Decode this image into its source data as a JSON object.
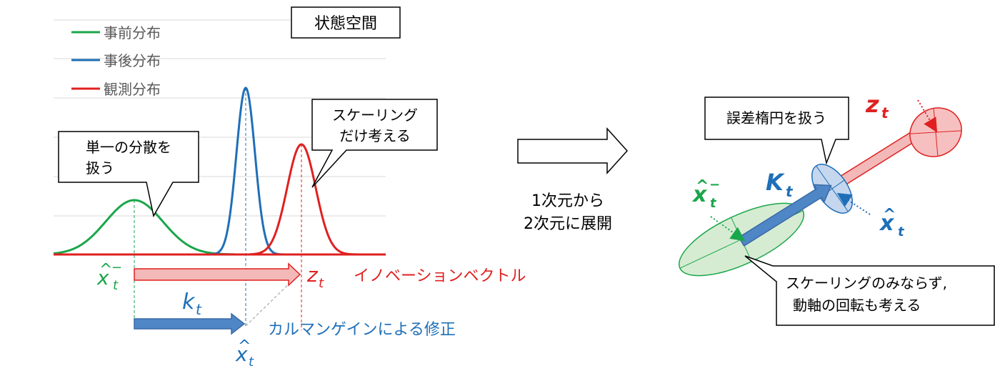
{
  "title": "状態空間",
  "legend": [
    {
      "label": "事前分布",
      "color": "#1aa64a"
    },
    {
      "label": "事後分布",
      "color": "#1f6fb8"
    },
    {
      "label": "観測分布",
      "color": "#e02020"
    }
  ],
  "colors": {
    "prior": "#1aa64a",
    "posterior": "#1f6fb8",
    "observation": "#e02020",
    "gain_arrow": "#4f86c6",
    "innovation_arrow": "#f3b8b8"
  },
  "callouts": {
    "single_variance_1": "単一の分散を",
    "single_variance_2": "扱う",
    "scaling_only_1": "スケーリング",
    "scaling_only_2": "だけ考える",
    "error_ellipse": "誤差楕円を扱う",
    "scaling_rotation_1": "スケーリングのみならず,",
    "scaling_rotation_2": "動軸の回転も考える"
  },
  "labels": {
    "innovation_vector": "イノベーションベクトル",
    "kalman_correction": "カルマンゲインによる修正",
    "expand_1": "1次元から",
    "expand_2": "2次元に展開"
  },
  "math": {
    "x": "x",
    "t": "t",
    "minus": "−",
    "hat": "^",
    "z": "z",
    "k_lower": "k",
    "k_upper": "K"
  }
}
